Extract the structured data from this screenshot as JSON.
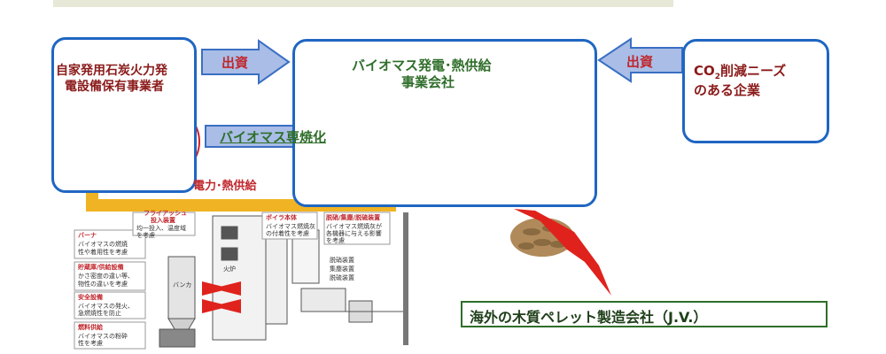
{
  "boxes": {
    "left_operator": "自家発用石炭火力発電設備保有事業者",
    "left_line1": "自家発用石炭火力発",
    "left_line2": "電設備保有事業者",
    "center_company_line1": "バイオマス発電･熱供給",
    "center_company_line2": "事業会社",
    "right_company_line1": "CO",
    "right_company_sub": "2",
    "right_company_line1b": "削減ニーズ",
    "right_company_line2": "のある企業"
  },
  "arrows": {
    "investment_left": "出資",
    "investment_right": "出資",
    "biomass_conversion": "バイオマス専焼化",
    "power_heat_supply": "電力･熱供給"
  },
  "pellet_supplier": "海外の木質ペレット製造会社（J.V.）",
  "diagram_labels": {
    "burner": "バーナ",
    "burner_note1": "バイオマスの燃焼",
    "burner_note2": "性や着用性を考慮",
    "storage": "貯蔵庫/供給設備",
    "storage_note1": "かさ密度の違い等、",
    "storage_note2": "物性の違いを考慮",
    "safety": "安全設備",
    "safety_note1": "バイオマスの発火、",
    "safety_note2": "急燃焼性を防止",
    "fuel": "燃料供給",
    "fuel_note1": "バイオマスの粉砕",
    "fuel_note2": "性を考慮",
    "fly_ash": "フライアッシュ",
    "fly_ash2": "投入装置",
    "fly_ash_note1": "均一投入、温度域",
    "fly_ash_note2": "を考慮",
    "boiler": "ボイラ本体",
    "boiler_note1": "バイオマス燃焼灰",
    "boiler_note2": "の付着性を考慮",
    "dust": "脱硝/集塵/脱硫装置",
    "dust_note1": "バイオマス燃焼灰が",
    "dust_note2": "各機器に与える影響",
    "dust_note3": "を考慮",
    "bunker": "バンカ",
    "furnace": "火炉",
    "equip1": "脱硝装置",
    "equip2": "集塵装置",
    "equip3": "脱硫装置"
  },
  "colors": {
    "box_border": "#1f66c2",
    "arrow_fill": "#a9bde6",
    "supply_arrow": "#f0b323",
    "text_darkred": "#8b1a1a",
    "text_green": "#2f6e2a",
    "red_arrow": "#e0221c"
  }
}
